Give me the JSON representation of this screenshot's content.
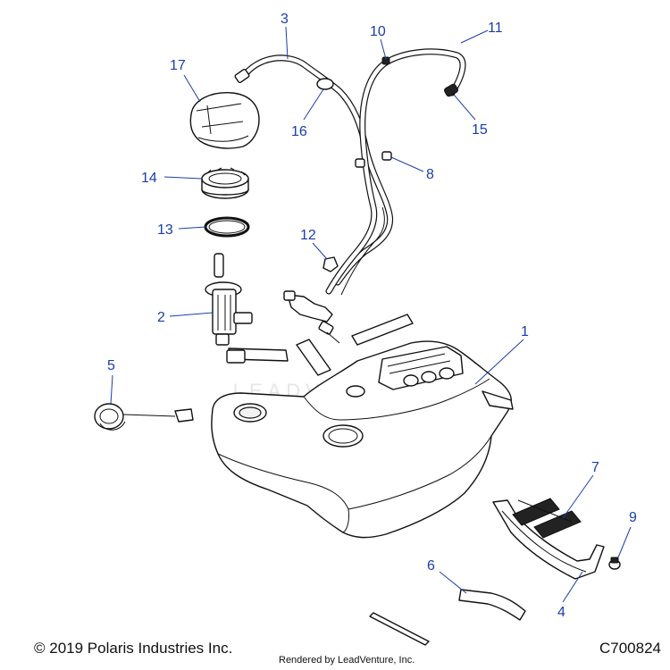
{
  "diagram": {
    "watermark": "LEADVENTURE",
    "callouts": [
      "1",
      "2",
      "3",
      "4",
      "5",
      "6",
      "7",
      "8",
      "9",
      "10",
      "11",
      "12",
      "13",
      "14",
      "15",
      "16",
      "17"
    ]
  },
  "footer": {
    "copyright": "© 2019 Polaris Industries Inc.",
    "rendered_by": "Rendered by LeadVenture, Inc.",
    "drawing_code": "C700824"
  },
  "colors": {
    "callout": "#1a3fa8",
    "line": "#111111"
  }
}
